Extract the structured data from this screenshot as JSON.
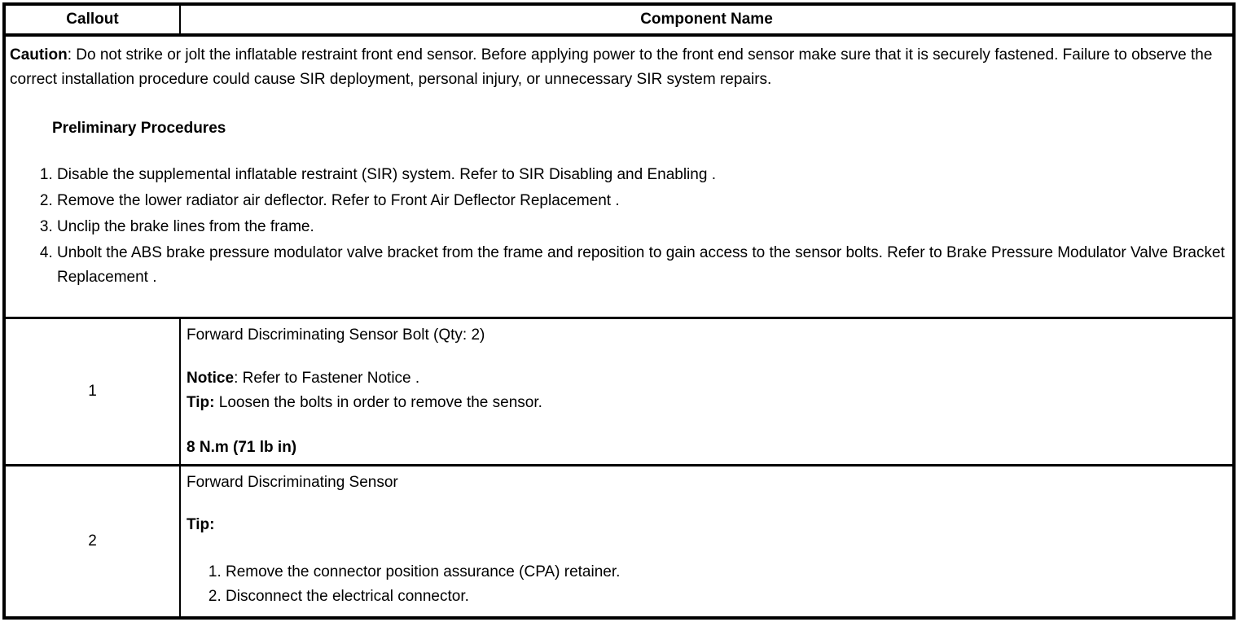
{
  "header": {
    "callout": "Callout",
    "component_name": "Component Name"
  },
  "caution": {
    "label": "Caution",
    "text": ": Do not strike or jolt the inflatable restraint front end sensor. Before applying power to the front end sensor make sure that it is securely fastened. Failure to observe the correct installation procedure could cause SIR deployment, personal injury, or unnecessary SIR system repairs."
  },
  "preliminary": {
    "title": "Preliminary Procedures",
    "steps": [
      {
        "pre": "Disable the supplemental inflatable restraint (SIR) system. Refer to",
        "link": "SIR Disabling and Enabling",
        "post": "."
      },
      {
        "pre": "Remove the lower radiator air deflector. Refer to",
        "link": "Front Air Deflector Replacement",
        "post": "."
      },
      {
        "pre": "Unclip the brake lines from the frame.",
        "link": "",
        "post": ""
      },
      {
        "pre": "Unbolt the ABS brake pressure modulator valve bracket from the frame and reposition to gain access to the sensor bolts. Refer to",
        "link": "Brake Pressure Modulator Valve Bracket Replacement",
        "post": "."
      }
    ]
  },
  "rows": [
    {
      "callout": "1",
      "title": "Forward Discriminating Sensor Bolt (Qty: 2)",
      "notice_label": "Notice",
      "notice_pre": ": Refer to",
      "notice_link": "Fastener Notice",
      "notice_post": ".",
      "tip_label": "Tip:",
      "tip_text": "Loosen the bolts in order to remove the sensor.",
      "torque": "8 N.m (71 lb in)"
    },
    {
      "callout": "2",
      "title": "Forward Discriminating Sensor",
      "tip_label": "Tip:",
      "steps": [
        "Remove the connector position assurance (CPA) retainer.",
        "Disconnect the electrical connector."
      ]
    }
  ]
}
